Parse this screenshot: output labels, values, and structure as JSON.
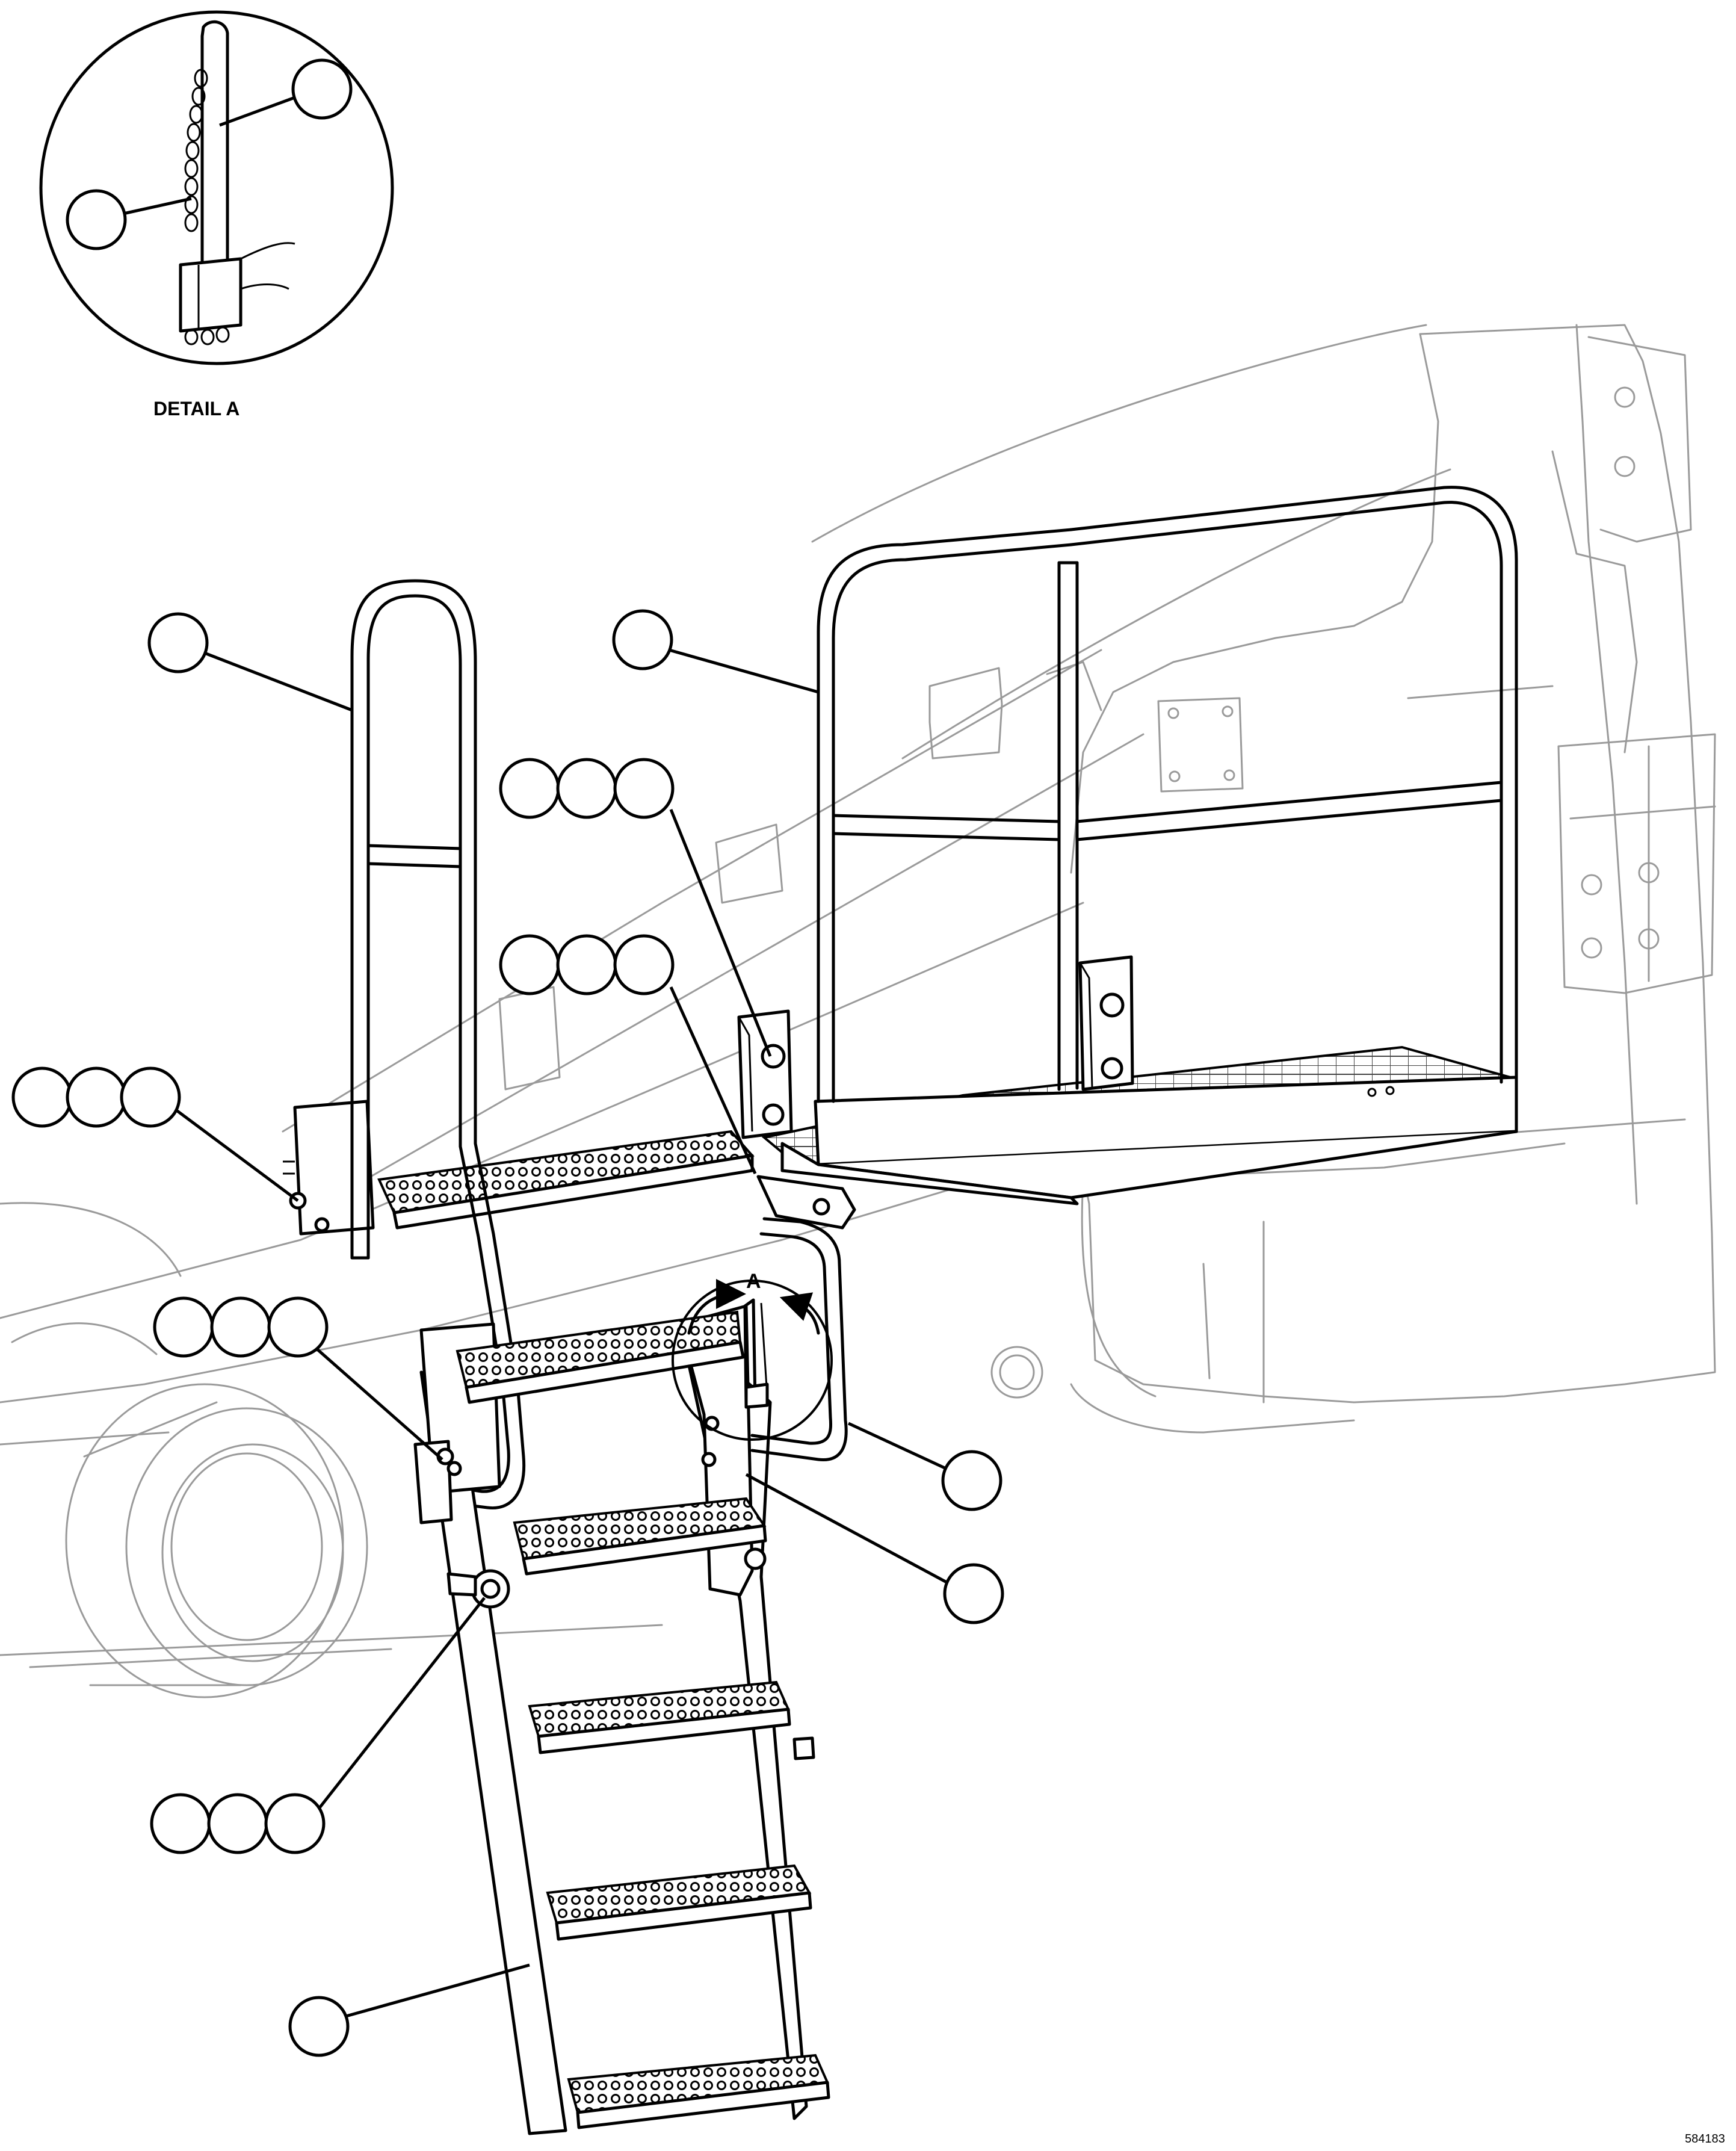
{
  "detail": {
    "caption": "DETAIL A"
  },
  "view_marker": {
    "label": "A"
  },
  "reference_number": "584183",
  "callouts": [
    {
      "id": "detail-chain"
    },
    {
      "id": "detail-pin"
    },
    {
      "id": "ladder-handrail"
    },
    {
      "id": "platform-guardrail"
    },
    {
      "id": "bracket-bolts-upper"
    },
    {
      "id": "bracket-bolts-lower"
    },
    {
      "id": "step-mount-bolts"
    },
    {
      "id": "ladder-mount-bolts"
    },
    {
      "id": "lower-handrail"
    },
    {
      "id": "ladder-side-plate"
    },
    {
      "id": "pivot-pin-hardware"
    },
    {
      "id": "ladder-assembly"
    }
  ]
}
